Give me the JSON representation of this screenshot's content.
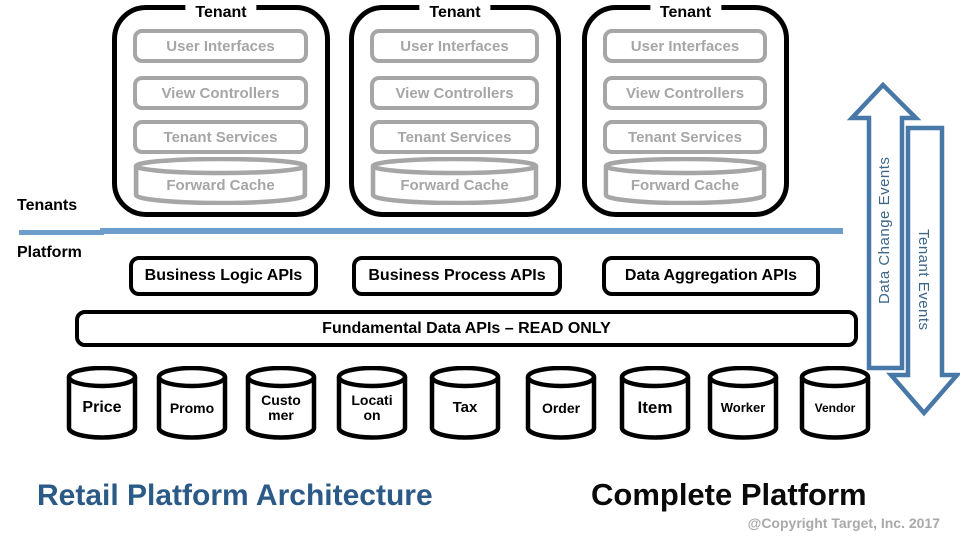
{
  "labels": {
    "tenants": "Tenants",
    "platform": "Platform"
  },
  "tenant": {
    "title": "Tenant",
    "layers": [
      "User Interfaces",
      "View Controllers",
      "Tenant Services",
      "Forward Cache"
    ]
  },
  "platform_apis": [
    "Business Logic APIs",
    "Business Process APIs",
    "Data Aggregation APIs"
  ],
  "fundamental_api": "Fundamental Data APIs – READ ONLY",
  "data_stores": [
    {
      "id": "price",
      "text": "Price"
    },
    {
      "id": "promo",
      "text": "Promo"
    },
    {
      "id": "customer",
      "text": "Custo\nmer"
    },
    {
      "id": "location",
      "text": "Locati\non"
    },
    {
      "id": "tax",
      "text": "Tax"
    },
    {
      "id": "order",
      "text": "Order"
    },
    {
      "id": "item",
      "text": "Item"
    },
    {
      "id": "worker",
      "text": "Worker"
    },
    {
      "id": "vendor",
      "text": "Vendor"
    }
  ],
  "arrows": {
    "up": "Data Change Events",
    "down": "Tenant Events"
  },
  "footer": {
    "title": "Retail Platform Architecture",
    "subtitle": "Complete Platform",
    "copyright": "@Copyright Target, Inc. 2017"
  },
  "colors": {
    "divider_blue": "#6d9dca",
    "arrow_blue": "#4878a8",
    "arrow_text_blue": "#3e6687",
    "title_blue": "#2b5a87",
    "layer_gray": "#a6a6a6",
    "copyright_gray": "#a9a9a9"
  }
}
